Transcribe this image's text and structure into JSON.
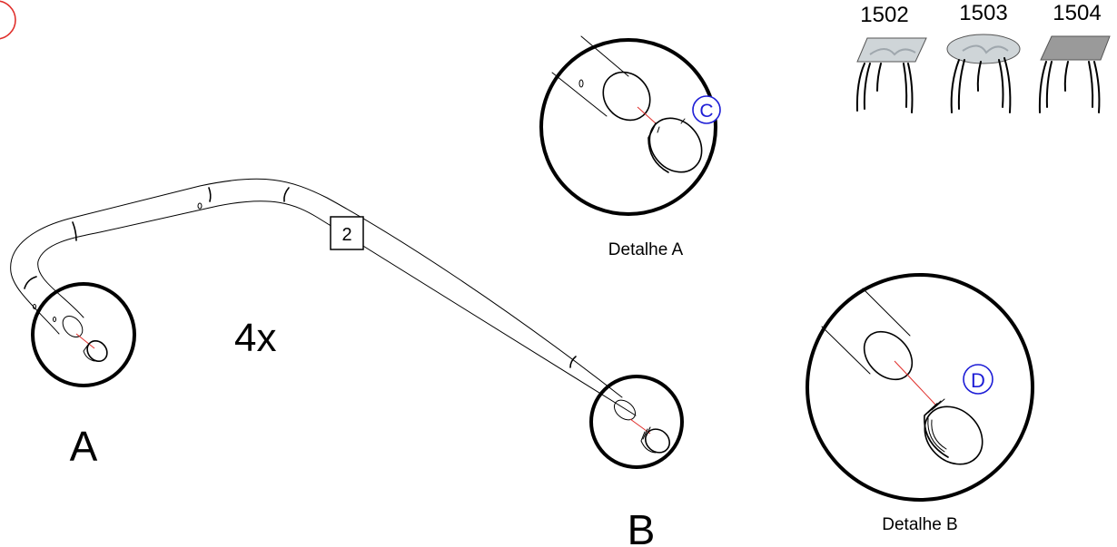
{
  "model_labels": [
    "1502",
    "1503",
    "1504"
  ],
  "part_number": "2",
  "quantity": "4x",
  "callout_a": "A",
  "callout_b": "B",
  "detail_a_label": "Detalhe A",
  "detail_b_label": "Detalhe B",
  "detail_a_part": "C",
  "detail_b_part": "D",
  "colors": {
    "line": "#000000",
    "axis": "#e0302c",
    "part_circle": "#1d1dd6",
    "corner_marker": "#e0302c",
    "glass": "#cfd5d8",
    "panel": "#9a9a9a"
  }
}
